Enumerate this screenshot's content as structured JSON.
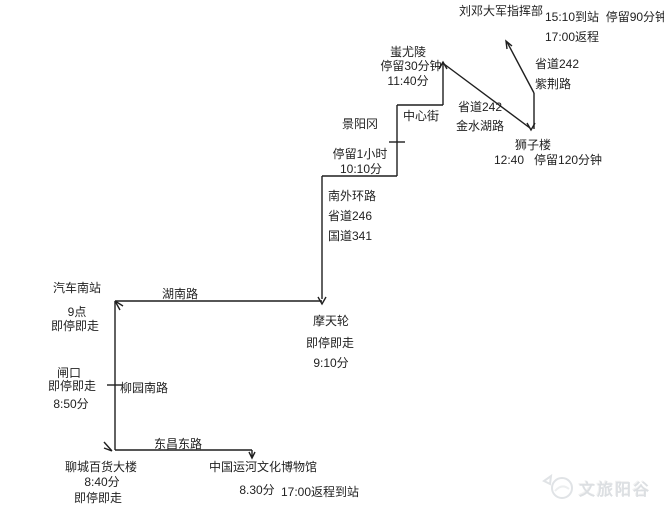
{
  "diagram": {
    "stops": {
      "liudeng": {
        "name": "刘邓大军指挥部",
        "info1": "15:10到站  停留90分钟",
        "info2": "17:00返程"
      },
      "chiyouling": {
        "name": "蚩尤陵",
        "info1": "停留30分钟",
        "info2": "11:40分"
      },
      "shizilou": {
        "name": "狮子楼",
        "info1": "12:40   停留120分钟"
      },
      "jingyanggang": {
        "name": "景阳冈",
        "info1": "停留1小时",
        "info2": "10:10分"
      },
      "motianlun": {
        "name": "摩天轮",
        "info1": "即停即走",
        "info2": "9:10分"
      },
      "qiche_nanzhan": {
        "name": "汽车南站",
        "info1": "9点",
        "info2": "即停即走"
      },
      "zhakou": {
        "name": "闸口",
        "info1": "即停即走",
        "info2": "8:50分"
      },
      "baihuo_dalou": {
        "name": "聊城百货大楼",
        "info1": "8:40分",
        "info2": "即停即走"
      },
      "yunhe_museum": {
        "name": "中国运河文化博物馆",
        "info1": "8.30分",
        "info2": "17:00返程到站"
      }
    },
    "roads": {
      "hunan_road": "湖南路",
      "liuyuan_south_road": "柳园南路",
      "dongchang_east_road": "东昌东路",
      "south_outer_ring": [
        "南外环路",
        "省道246",
        "国道341"
      ],
      "zhongxin_street": "中心街",
      "jinshui_section": [
        "省道242",
        "金水湖路"
      ],
      "zijing_section": [
        "省道242",
        "紫荆路"
      ]
    }
  },
  "watermark": {
    "text": "文旅阳谷"
  }
}
